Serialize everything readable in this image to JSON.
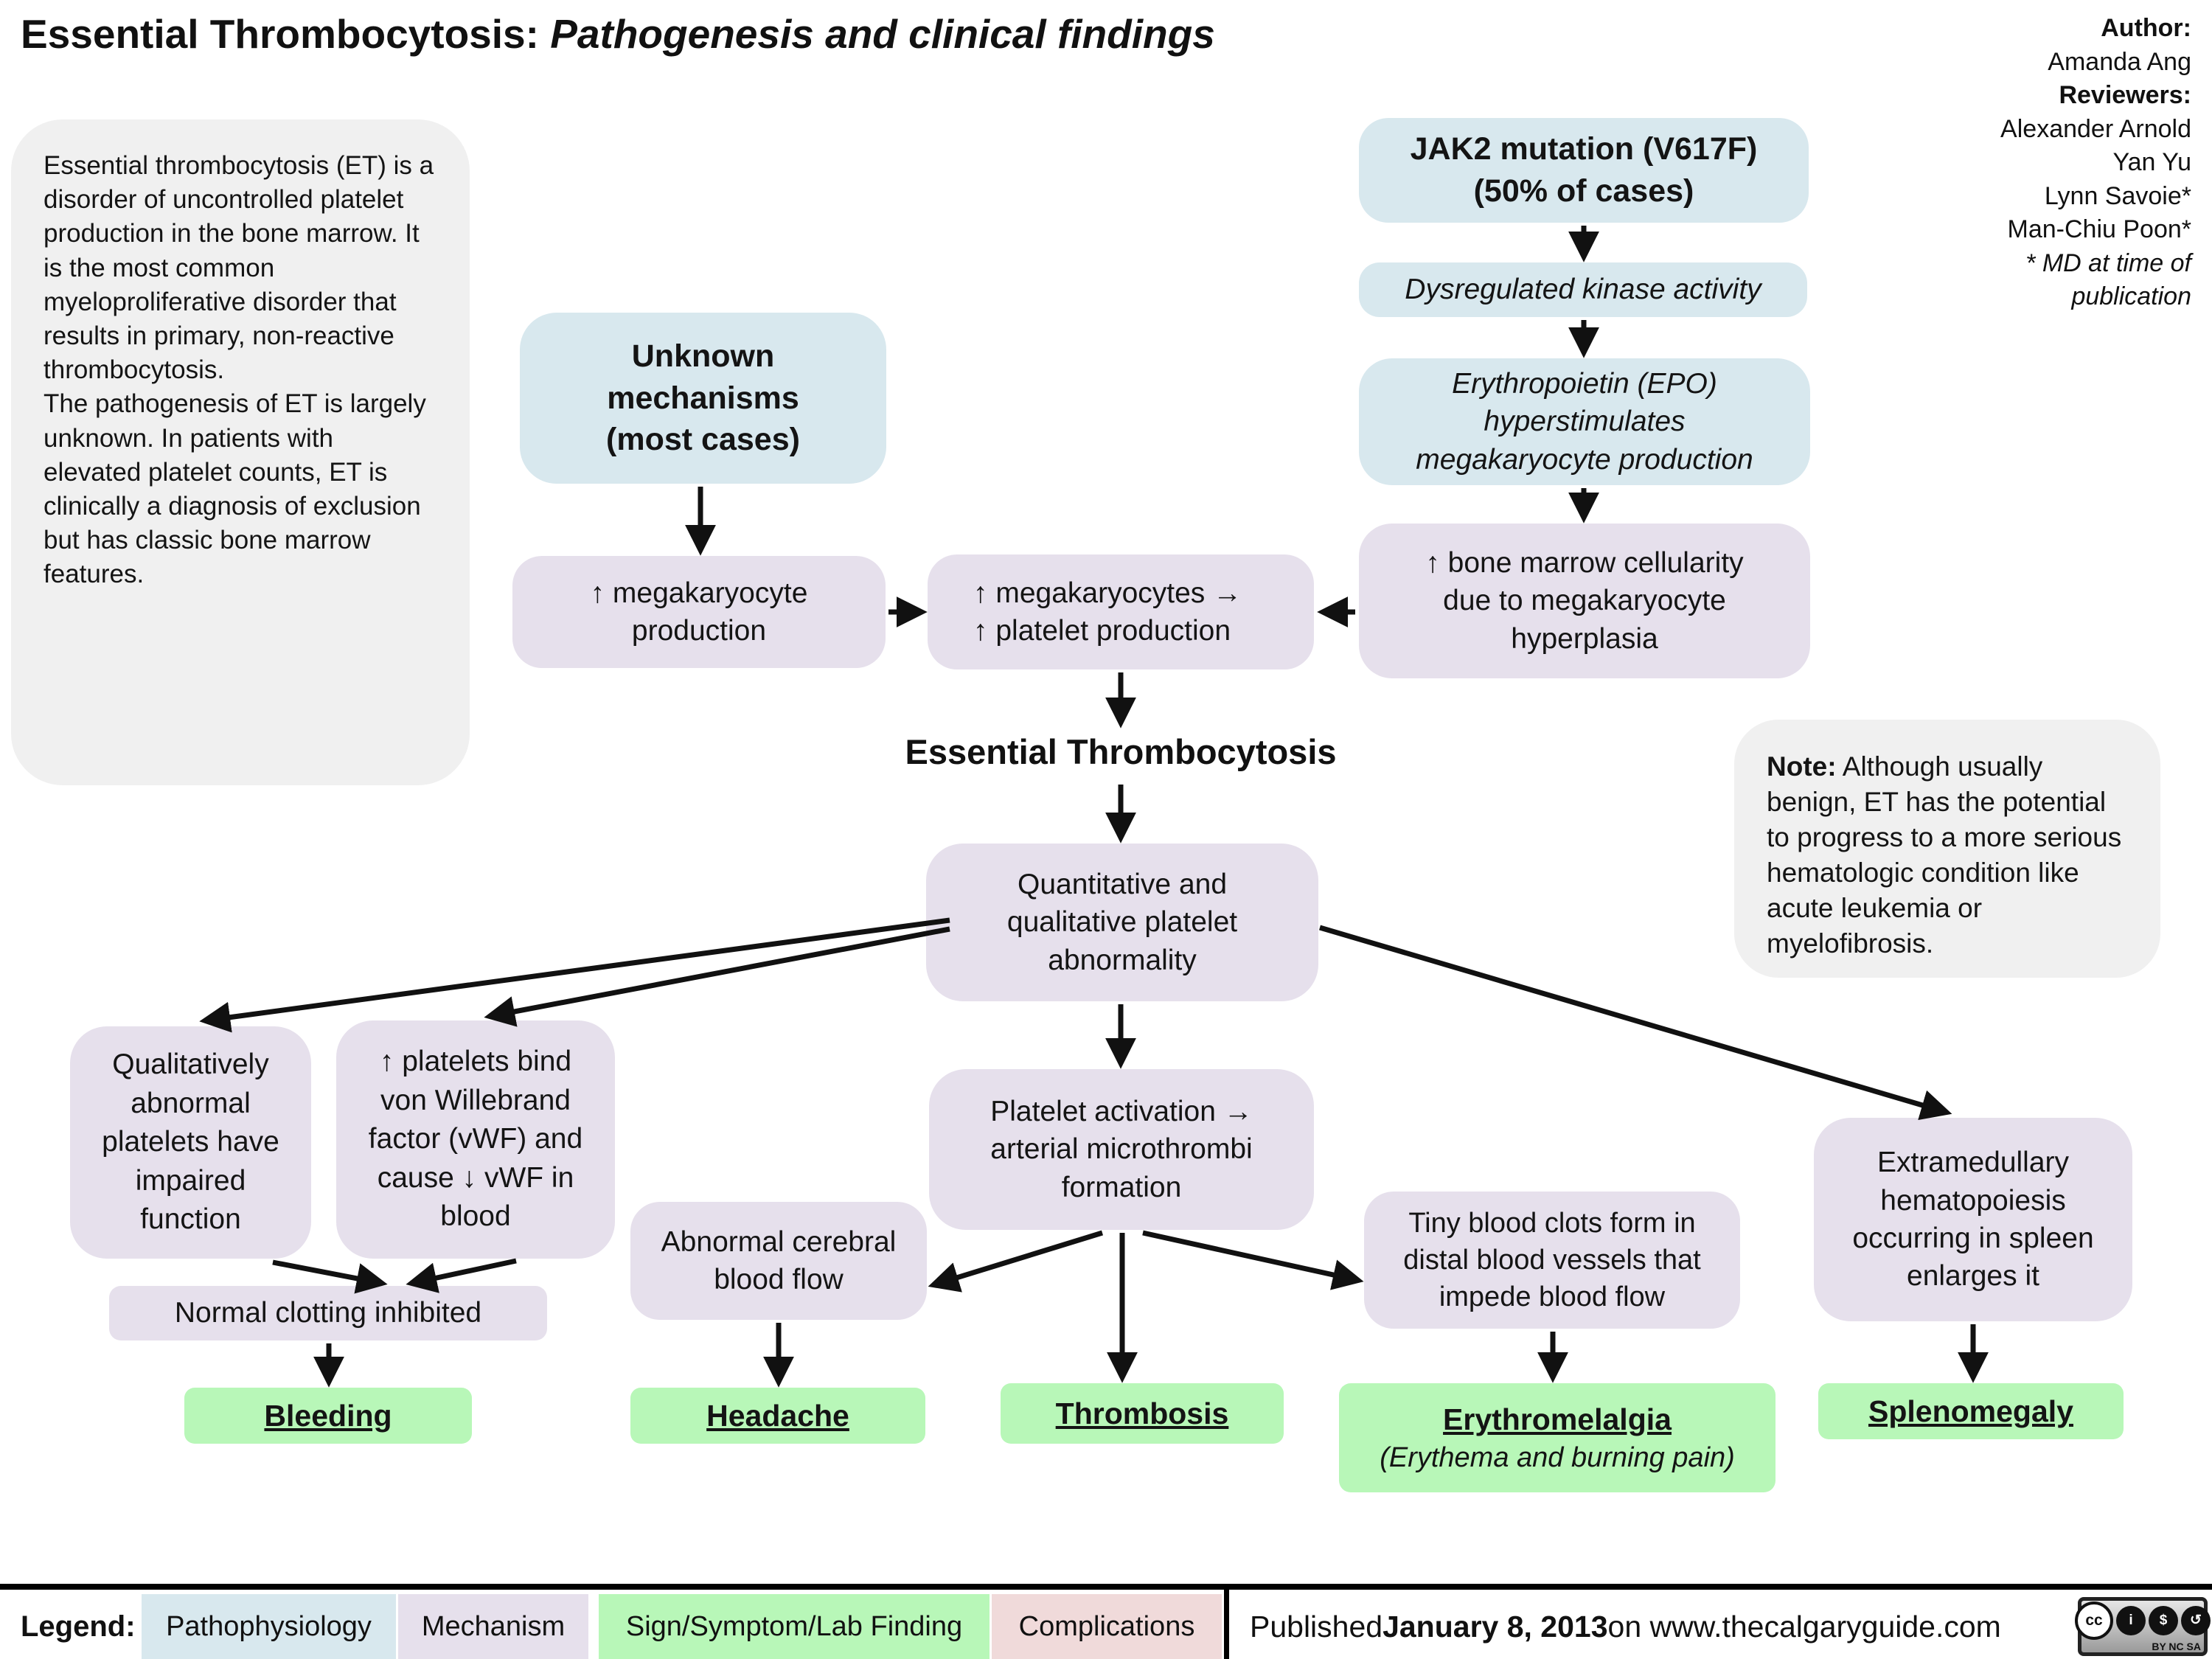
{
  "title": {
    "main": "Essential Thrombocytosis:",
    "sub": " Pathogenesis and clinical findings"
  },
  "credits": {
    "author_label": "Author:",
    "author": "Amanda Ang",
    "reviewers_label": "Reviewers:",
    "reviewers": [
      "Alexander Arnold",
      "Yan Yu",
      "Lynn Savoie*",
      "Man-Chiu Poon*"
    ],
    "md_note": "* MD at time of publication"
  },
  "intro_text": "Essential thrombocytosis (ET) is a disorder of uncontrolled platelet production in the bone marrow. It is the most common myeloproliferative disorder that results in primary, non-reactive thrombocytosis.\nThe pathogenesis of ET is largely unknown. In patients with elevated platelet counts, ET is clinically a diagnosis of exclusion but has classic bone marrow features.",
  "note": {
    "label": "Note:",
    "text": " Although usually benign, ET has the potential to progress to a more serious hematologic condition like acute leukemia or myelofibrosis."
  },
  "nodes": {
    "unknown_mechanisms": "Unknown\nmechanisms\n(most cases)",
    "jak2": "JAK2 mutation (V617F)\n(50% of cases)",
    "kinase": "Dysregulated kinase activity",
    "epo": "Erythropoietin (EPO)\nhyperstimulates\nmegakaryocyte production",
    "bone_marrow": "↑ bone marrow cellularity\ndue to megakaryocyte\nhyperplasia",
    "mega_production": "↑ megakaryocyte\nproduction",
    "mega_platelet": "↑ megakaryocytes →\n↑ platelet production",
    "et_heading": "Essential Thrombocytosis",
    "quant_qual": "Quantitative and\nqualitative platelet\nabnormality",
    "qualitative": "Qualitatively\nabnormal\nplatelets have\nimpaired\nfunction",
    "vwf": "↑ platelets bind\nvon Willebrand\nfactor (vWF) and\ncause ↓ vWF in\nblood",
    "clotting": "Normal clotting inhibited",
    "bleeding": "Bleeding",
    "cerebral": "Abnormal cerebral\nblood flow",
    "headache": "Headache",
    "platelet_activation": "Platelet activation →\narterial microthrombi\nformation",
    "thrombosis": "Thrombosis",
    "tiny_clots": "Tiny blood clots form in\ndistal blood vessels that\nimpede blood flow",
    "erythromelalgia": "Erythromelalgia",
    "erythromelalgia_sub": "(Erythema and burning pain)",
    "extramedullary": "Extramedullary\nhematopoiesis\noccurring in spleen\nenlarges it",
    "splenomegaly": "Splenomegaly"
  },
  "legend": {
    "label": "Legend:",
    "items": [
      {
        "label": "Pathophysiology",
        "color": "#d8e8ee"
      },
      {
        "label": "Mechanism",
        "color": "#e6e0ec"
      },
      {
        "label": "Sign/Symptom/Lab Finding",
        "color": "#b8f7b8"
      },
      {
        "label": "Complications",
        "color": "#f0dada"
      }
    ],
    "published_prefix": "Published ",
    "published_date": "January 8, 2013",
    "published_suffix": " on www.thecalgaryguide.com"
  },
  "cc_badge": {
    "cc": "cc",
    "attribution": "i",
    "non_commercial": "$",
    "share_alike": "↺",
    "labels": "BY NC SA"
  },
  "palette": {
    "pathophysiology_blue": "#d8e8ee",
    "mechanism_purple": "#e6e0ec",
    "finding_green": "#b8f7b8",
    "complication_pink": "#f0dada",
    "note_gray": "#f0f0f0",
    "arrow_black": "#111111"
  }
}
